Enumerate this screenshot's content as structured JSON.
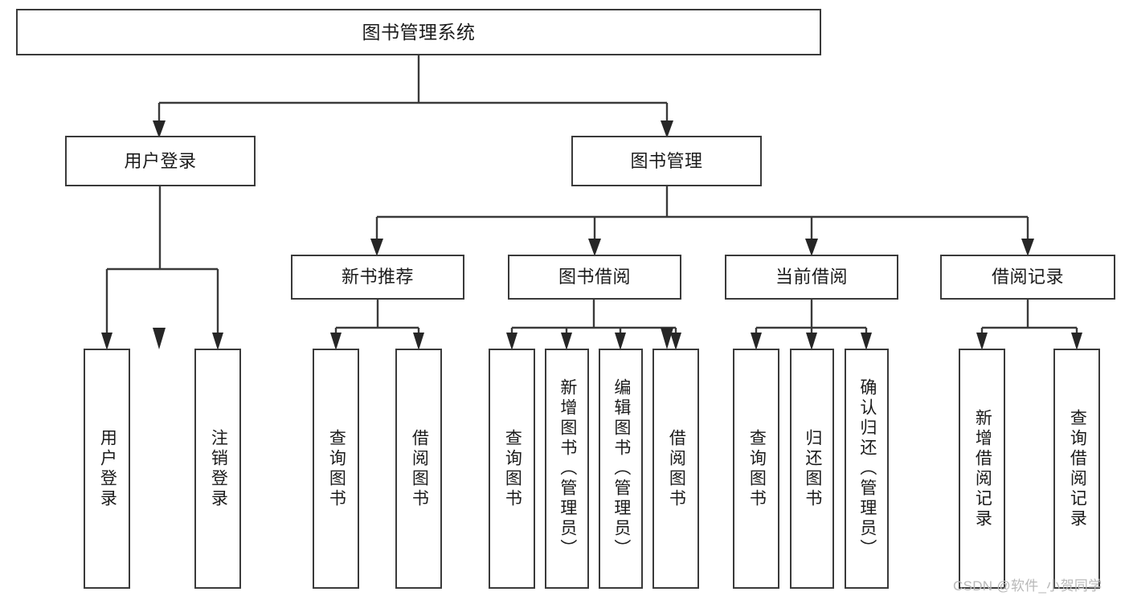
{
  "diagram": {
    "title": "图书管理系统",
    "type": "tree",
    "root": {
      "label": "图书管理系统"
    },
    "level1": [
      {
        "label": "用户登录"
      },
      {
        "label": "图书管理"
      }
    ],
    "level2": [
      {
        "label": "新书推荐"
      },
      {
        "label": "图书借阅"
      },
      {
        "label": "当前借阅"
      },
      {
        "label": "借阅记录"
      }
    ],
    "leaves": {
      "user_login": [
        {
          "label": "用户登录"
        },
        {
          "label": "注销登录"
        }
      ],
      "new_book_recommend": [
        {
          "label": "查询图书"
        },
        {
          "label": "借阅图书"
        }
      ],
      "book_borrow": [
        {
          "label": "查询图书"
        },
        {
          "label": "新增图书（管理员）"
        },
        {
          "label": "编辑图书（管理员）"
        },
        {
          "label": "借阅图书"
        }
      ],
      "current_borrow": [
        {
          "label": "查询图书"
        },
        {
          "label": "归还图书"
        },
        {
          "label": "确认归还（管理员）"
        }
      ],
      "borrow_record": [
        {
          "label": "新增借阅记录"
        },
        {
          "label": "查询借阅记录"
        }
      ]
    },
    "colors": {
      "stroke": "#3a3a3a",
      "fill": "#ffffff",
      "text": "#1b1b1b",
      "watermark": "#b9b9b9"
    }
  },
  "watermark": {
    "text": "CSDN @软件_小贺同学"
  }
}
